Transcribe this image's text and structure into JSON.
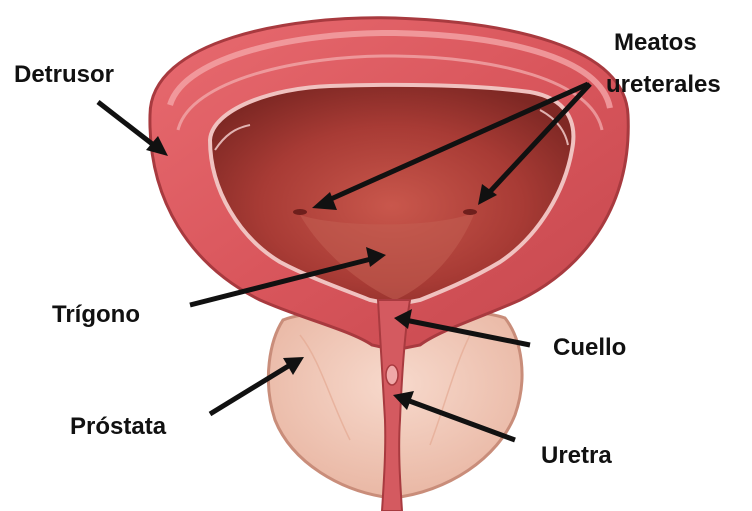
{
  "labels": {
    "detrusor": "Detrusor",
    "meatos_line1": "Meatos",
    "meatos_line2": "ureterales",
    "trigono": "Trígono",
    "cuello": "Cuello",
    "prostata": "Próstata",
    "uretra": "Uretra"
  },
  "colors": {
    "bladder_wall": "#d9565c",
    "bladder_wall_light": "#ec8f92",
    "inner_lining": "#b8443f",
    "lumen_deep": "#8e2e2a",
    "prostate": "#f2c9b9",
    "urethra": "#c94a50",
    "arrow": "#111111"
  }
}
